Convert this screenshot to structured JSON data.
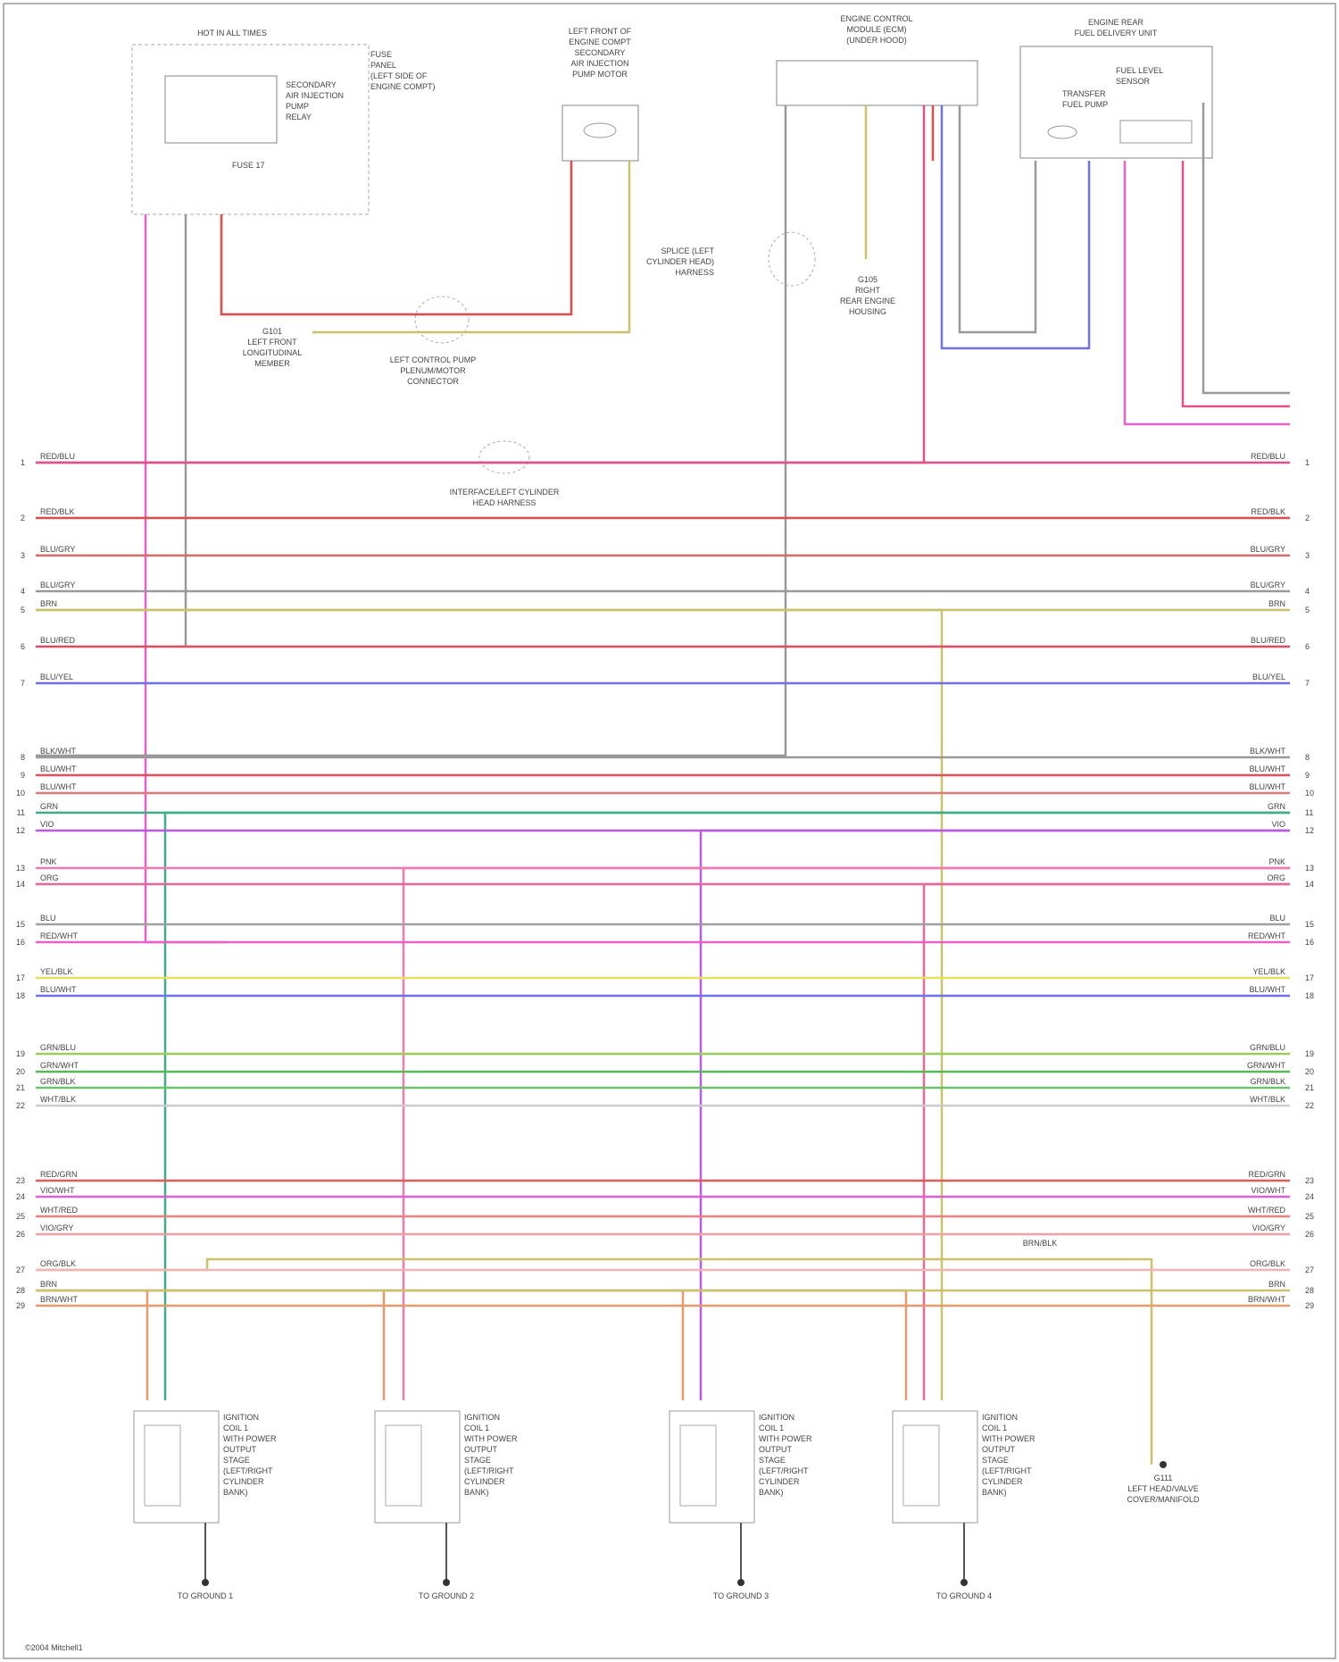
{
  "wires": [
    {
      "id": 1,
      "label": "RED/BLU",
      "color": "#e0508a"
    },
    {
      "id": 2,
      "label": "RED/BLK",
      "color": "#e24a4a"
    },
    {
      "id": 3,
      "label": "BLU/GRY",
      "color": "#d96a6a"
    },
    {
      "id": 4,
      "label": "BLU/GRY",
      "color": "#999999"
    },
    {
      "id": 5,
      "label": "BRN",
      "color": "#c9c26a"
    },
    {
      "id": 6,
      "label": "BLU/RED",
      "color": "#e24a60"
    },
    {
      "id": 7,
      "label": "BLU/YEL",
      "color": "#6f6fe8"
    },
    {
      "id": 8,
      "label": "BLK/WHT",
      "color": "#999999"
    },
    {
      "id": 9,
      "label": "BLU/WHT",
      "color": "#e2505a"
    },
    {
      "id": 10,
      "label": "BLU/WHT",
      "color": "#e07a7a"
    },
    {
      "id": 11,
      "label": "GRN",
      "color": "#3fae86"
    },
    {
      "id": 12,
      "label": "VIO",
      "color": "#b85ae6"
    },
    {
      "id": 13,
      "label": "PNK",
      "color": "#f07ab0"
    },
    {
      "id": 14,
      "label": "ORG",
      "color": "#e8669a"
    },
    {
      "id": 15,
      "label": "BLU",
      "color": "#a0a0a0"
    },
    {
      "id": 16,
      "label": "RED/WHT",
      "color": "#e860c8"
    },
    {
      "id": 17,
      "label": "YEL/BLK",
      "color": "#e5e060"
    },
    {
      "id": 18,
      "label": "BLU/WHT",
      "color": "#7070e8"
    },
    {
      "id": 19,
      "label": "GRN/BLU",
      "color": "#9acd5a"
    },
    {
      "id": 20,
      "label": "GRN/WHT",
      "color": "#56b856"
    },
    {
      "id": 21,
      "label": "GRN/BLK",
      "color": "#6ac26a"
    },
    {
      "id": 22,
      "label": "WHT/BLK",
      "color": "#cccccc"
    },
    {
      "id": 23,
      "label": "RED/GRN",
      "color": "#e25a5a"
    },
    {
      "id": 24,
      "label": "VIO/WHT",
      "color": "#e060d0"
    },
    {
      "id": 25,
      "label": "WHT/RED",
      "color": "#f08080"
    },
    {
      "id": 26,
      "label": "VIO/GRY",
      "color": "#f0a0a0"
    },
    {
      "id": 27,
      "label": "ORG/BLK",
      "color": "#f2b4b4"
    },
    {
      "id": 28,
      "label": "BRN",
      "color": "#c9c26a"
    },
    {
      "id": 29,
      "label": "BRN/WHT",
      "color": "#e89a6a"
    }
  ],
  "components": {
    "relay_block": "HOT IN ALL TIMES",
    "relay_lines": [
      "FUSE",
      "PANEL",
      "(LEFT SIDE OF",
      "ENGINE COMPT)"
    ],
    "relay_name": [
      "SECONDARY",
      "AIR INJECTION",
      "PUMP",
      "RELAY"
    ],
    "fuse_label": "FUSE 17",
    "pump_top": [
      "LEFT FRONT OF",
      "ENGINE COMPT",
      "SECONDARY",
      "AIR INJECTION",
      "PUMP MOTOR"
    ],
    "splice_left": [
      "G101",
      "LEFT FRONT",
      "LONGITUDINAL",
      "MEMBER"
    ],
    "connector_mid": [
      "LEFT CONTROL PUMP",
      "PLENUM/MOTOR",
      "CONNECTOR"
    ],
    "ecm_top": [
      "ENGINE CONTROL",
      "MODULE (ECM)",
      "(UNDER HOOD)"
    ],
    "splice_ecm": [
      "SPLICE (LEFT",
      "CYLINDER HEAD)",
      "HARNESS"
    ],
    "ground_ecm": [
      "G105",
      "RIGHT",
      "REAR ENGINE",
      "HOUSING"
    ],
    "fuel_top": [
      "ENGINE REAR",
      "FUEL DELIVERY UNIT"
    ],
    "fuel_sub1": [
      "TRANSFER",
      "FUEL PUMP"
    ],
    "fuel_sub2": [
      "FUEL LEVEL",
      "SENSOR"
    ],
    "harness_conn": [
      "INTERFACE/LEFT CYLINDER",
      "HEAD HARNESS"
    ],
    "coil_block": [
      "IGNITION",
      "COIL 1",
      "WITH POWER",
      "OUTPUT",
      "STAGE",
      "(LEFT/RIGHT",
      "CYLINDER",
      "BANK)"
    ],
    "coil_grounds": [
      "TO GROUND 1",
      "TO GROUND 2",
      "TO GROUND 3",
      "TO GROUND 4"
    ],
    "right_block": [
      "G111",
      "LEFT HEAD/VALVE",
      "COVER/MANIFOLD"
    ],
    "shield_label": "BRN/BLK",
    "footer": "©2004 Mitchell1"
  }
}
